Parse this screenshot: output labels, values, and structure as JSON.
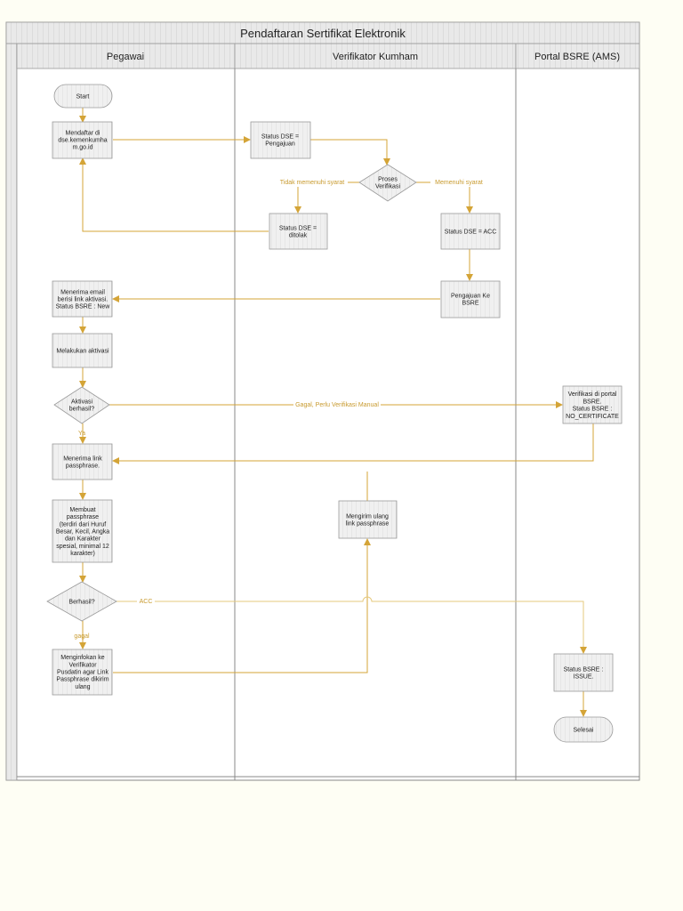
{
  "title": "Pendaftaran Sertifikat Elektronik",
  "lanes": {
    "pegawai": "Pegawai",
    "verifikator": "Verifikator Kumham",
    "portal": "Portal BSRE (AMS)"
  },
  "nodes": {
    "start": "Start",
    "mendaftar": [
      "Mendaftar di",
      "dse.kemenkumha",
      "m.go.id"
    ],
    "status_pengajuan": [
      "Status DSE =",
      "Pengajuan"
    ],
    "proses_verifikasi": [
      "Proses",
      "Verifikasi"
    ],
    "status_ditolak": [
      "Status DSE =",
      "ditolak"
    ],
    "status_acc": [
      "Status DSE  = ACC"
    ],
    "pengajuan_bsre": [
      "Pengajuan Ke",
      "BSRE"
    ],
    "menerima_email": [
      "Menerima email",
      "berisi link aktivasi.",
      "Status BSRE : New"
    ],
    "melakukan_aktivasi": [
      "Melakukan aktivasi"
    ],
    "aktivasi_berhasil": [
      "Aktivasi",
      "berhasil?"
    ],
    "verifikasi_portal": [
      "Verifikasi di portal",
      "BSRE.",
      "Status BSRE :",
      "NO_CERTIFICATE"
    ],
    "menerima_link": [
      "Menerima link",
      "passphrase."
    ],
    "membuat_passphrase": [
      "Membuat",
      "passphrase",
      "(terdiri dari Huruf",
      "Besar, Kecil, Angka",
      "dan Karakter",
      "spesial, minimal 12",
      "karakter)"
    ],
    "mengirim_ulang": [
      "Mengirim ulang",
      "link passphrase"
    ],
    "berhasil": [
      "Berhasil?"
    ],
    "menginfokan": [
      "Menginfokan ke",
      "Verifikator",
      "Pusdatin agar Link",
      "Passphrase dikirim",
      "ulang"
    ],
    "status_issue": [
      "Status BSRE :",
      "ISSUE."
    ],
    "selesai": "Selesai"
  },
  "edge_labels": {
    "tidak_memenuhi": "Tidak memenuhi syarat",
    "memenuhi": "Memenuhi syarat",
    "gagal_manual": "Gagal, Perlu Verifikasi Manual",
    "ya": "Ya",
    "acc": "ACC",
    "gagal": "gagal"
  },
  "colors": {
    "background": "#fefef4",
    "lane_header": "#e6e6e6",
    "shape_fill": "#f0f0f0",
    "shape_stroke": "#9a9a9a",
    "connector": "#d4a437",
    "label_text": "#c89a2e",
    "border": "#888888"
  }
}
